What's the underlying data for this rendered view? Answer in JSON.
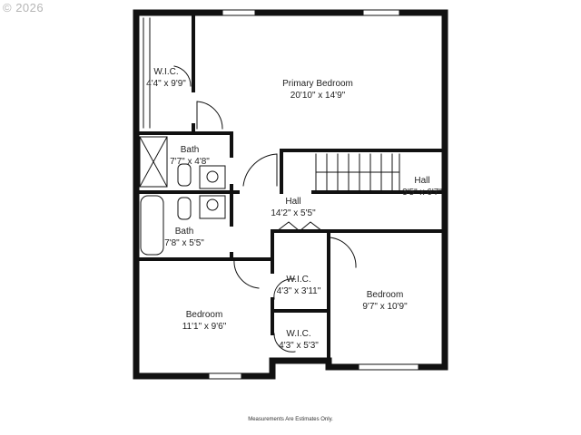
{
  "watermark": "© 2026",
  "footnote": "Measurements Are Estimates Only.",
  "rooms": {
    "wic_left": {
      "name": "W.I.C.",
      "dims": "4'4\" x 9'9\""
    },
    "primary_bedroom": {
      "name": "Primary Bedroom",
      "dims": "20'10\" x 14'9\""
    },
    "bath_upper": {
      "name": "Bath",
      "dims": "7'7\" x 4'8\""
    },
    "hall_right": {
      "name": "Hall",
      "dims": "3'5\" x 6'7\""
    },
    "hall_main": {
      "name": "Hall",
      "dims": "14'2\" x 5'5\""
    },
    "bath_lower": {
      "name": "Bath",
      "dims": "7'8\" x 5'5\""
    },
    "wic_mid_upper": {
      "name": "W.I.C.",
      "dims": "4'3\" x 3'11\""
    },
    "bedroom_right": {
      "name": "Bedroom",
      "dims": "9'7\" x 10'9\""
    },
    "bedroom_left": {
      "name": "Bedroom",
      "dims": "11'1\" x 9'6\""
    },
    "wic_mid_lower": {
      "name": "W.I.C.",
      "dims": "4'3\" x 5'3\""
    }
  }
}
